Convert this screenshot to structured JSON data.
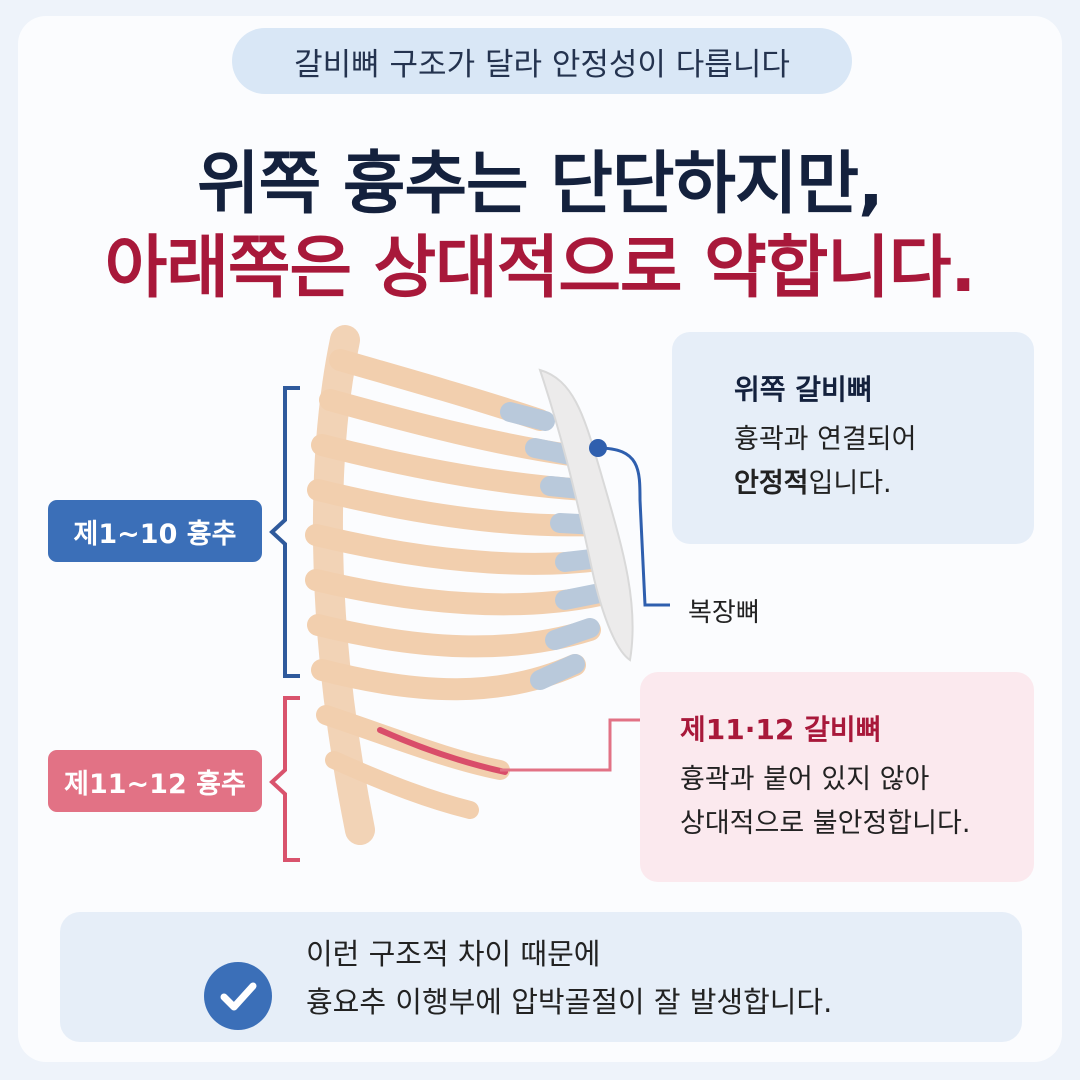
{
  "header": {
    "pill": "갈비뼈 구조가 달라 안정성이 다릅니다",
    "line1": "위쪽 흉추는 단단하지만,",
    "line2": "아래쪽은 상대적으로 약합니다."
  },
  "labels": {
    "upper_tag": "제1~10 흉추",
    "lower_tag": "제11~12 흉추",
    "sternum": "복장뼈"
  },
  "upper_box": {
    "title": "위쪽 갈비뼈",
    "line1": "흉곽과 연결되어",
    "line2_bold": "안정적",
    "line2_rest": "입니다."
  },
  "lower_box": {
    "title": "제11·12 갈비뼈",
    "line1": "흉곽과 붙어 있지 않아",
    "line2": "상대적으로 불안정합니다."
  },
  "bottom": {
    "line1": "이런 구조적 차이 때문에",
    "line2": "흉요추 이행부에 압박골절이 잘 발생합니다."
  },
  "colors": {
    "navy": "#14213d",
    "crimson": "#a8183a",
    "blue": "#3b6fb8",
    "pink": "#e27285",
    "bone": "#f2cfae",
    "cartilage": "#b9c9db"
  }
}
